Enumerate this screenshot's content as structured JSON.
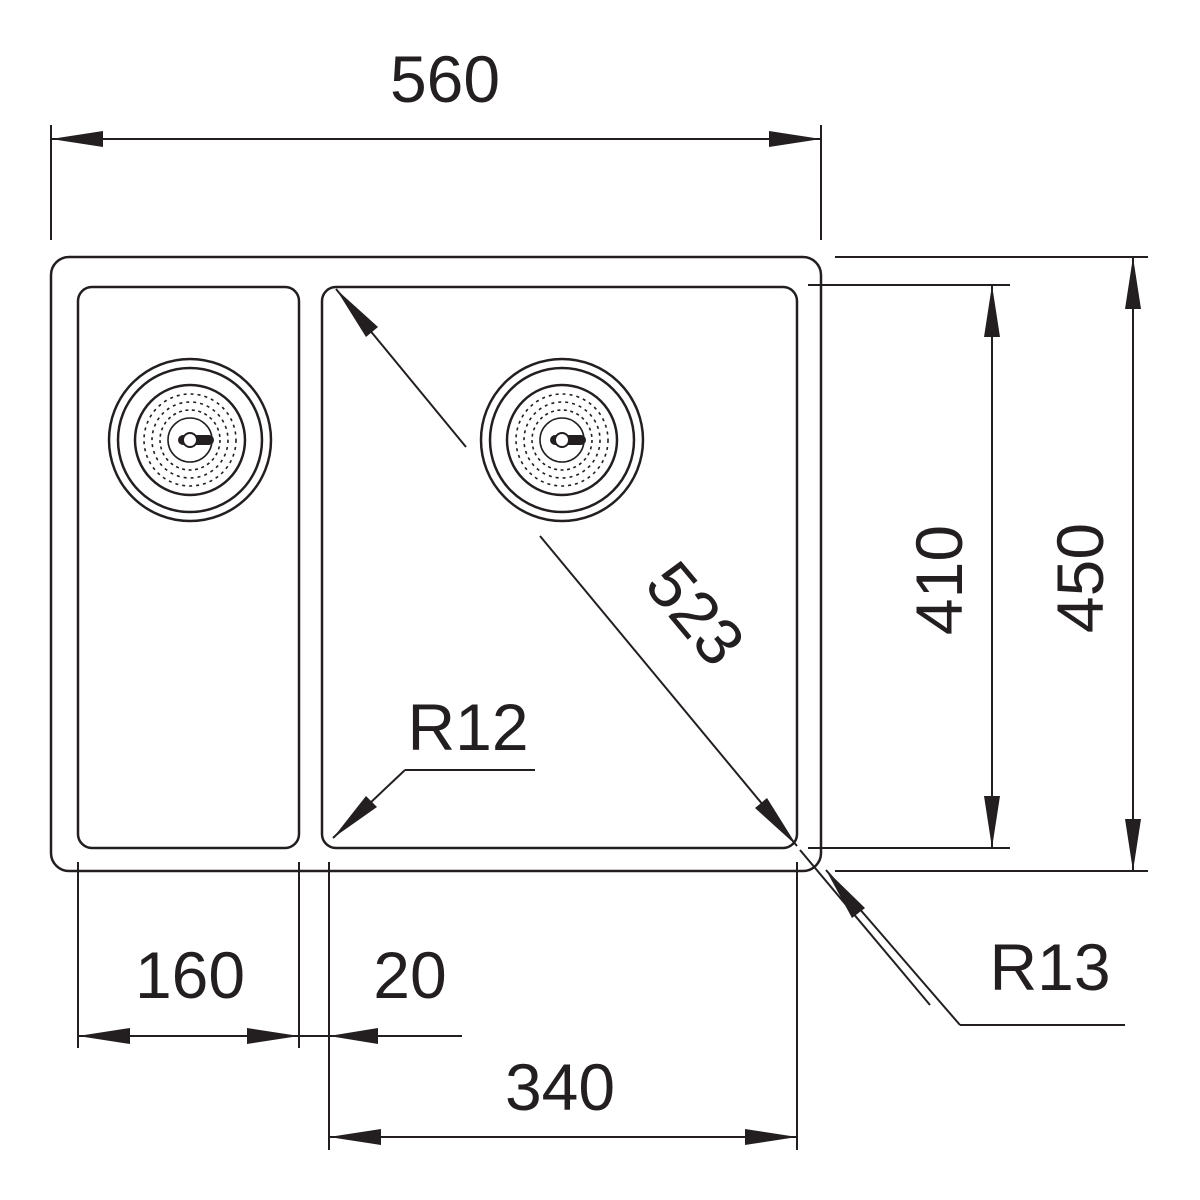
{
  "drawing": {
    "type": "sink technical drawing",
    "dimensions": {
      "overall_width": "560",
      "overall_depth": "450",
      "main_bowl_depth": "410",
      "main_bowl_diagonal": "523",
      "small_bowl_width": "160",
      "divider_width": "20",
      "main_bowl_width": "340",
      "inner_corner_radius": "R12",
      "outer_corner_radius": "R13"
    },
    "icons": [
      "strainer-icon",
      "strainer-icon"
    ],
    "colors": {
      "line": "#231f20",
      "background": "#ffffff"
    }
  }
}
